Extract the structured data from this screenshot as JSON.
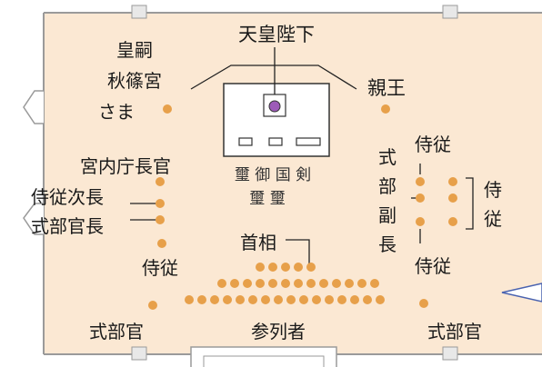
{
  "colors": {
    "floor": "#fbe8d3",
    "wall": "#9a9a9a",
    "dot": "#e7a04a",
    "emperor_dot": "#9d5bb8",
    "line": "#222222",
    "accent": "#4a63b0"
  },
  "labels": {
    "emperor": "天皇陛下",
    "crown_prince_line1": "皇嗣",
    "crown_prince_line2": "秋篠宮",
    "crown_prince_line3": "さま",
    "prince": "親王",
    "grand_steward": "宮内庁長官",
    "vice_chamberlain": "侍従次長",
    "ceremonial_chief": "式部官長",
    "chamberlain_left": "侍従",
    "regalia": "璽 御 国 剣",
    "regalia_sub": "璽 璽",
    "prime_minister": "首相",
    "ceremonial_deputy_line1": "式",
    "ceremonial_deputy_line2": "部",
    "ceremonial_deputy_line3": "副",
    "ceremonial_deputy_line4": "長",
    "chamberlain_right_top": "侍従",
    "chamberlain_right_bottom": "侍従",
    "chamberlain_side_line1": "侍",
    "chamberlain_side_line2": "従",
    "ceremonial_officer_left": "式部官",
    "attendees": "参列者",
    "ceremonial_officer_right": "式部官"
  },
  "icons": {
    "throne": "throne-icon",
    "door": "door-icon",
    "pillar": "pillar-icon"
  }
}
